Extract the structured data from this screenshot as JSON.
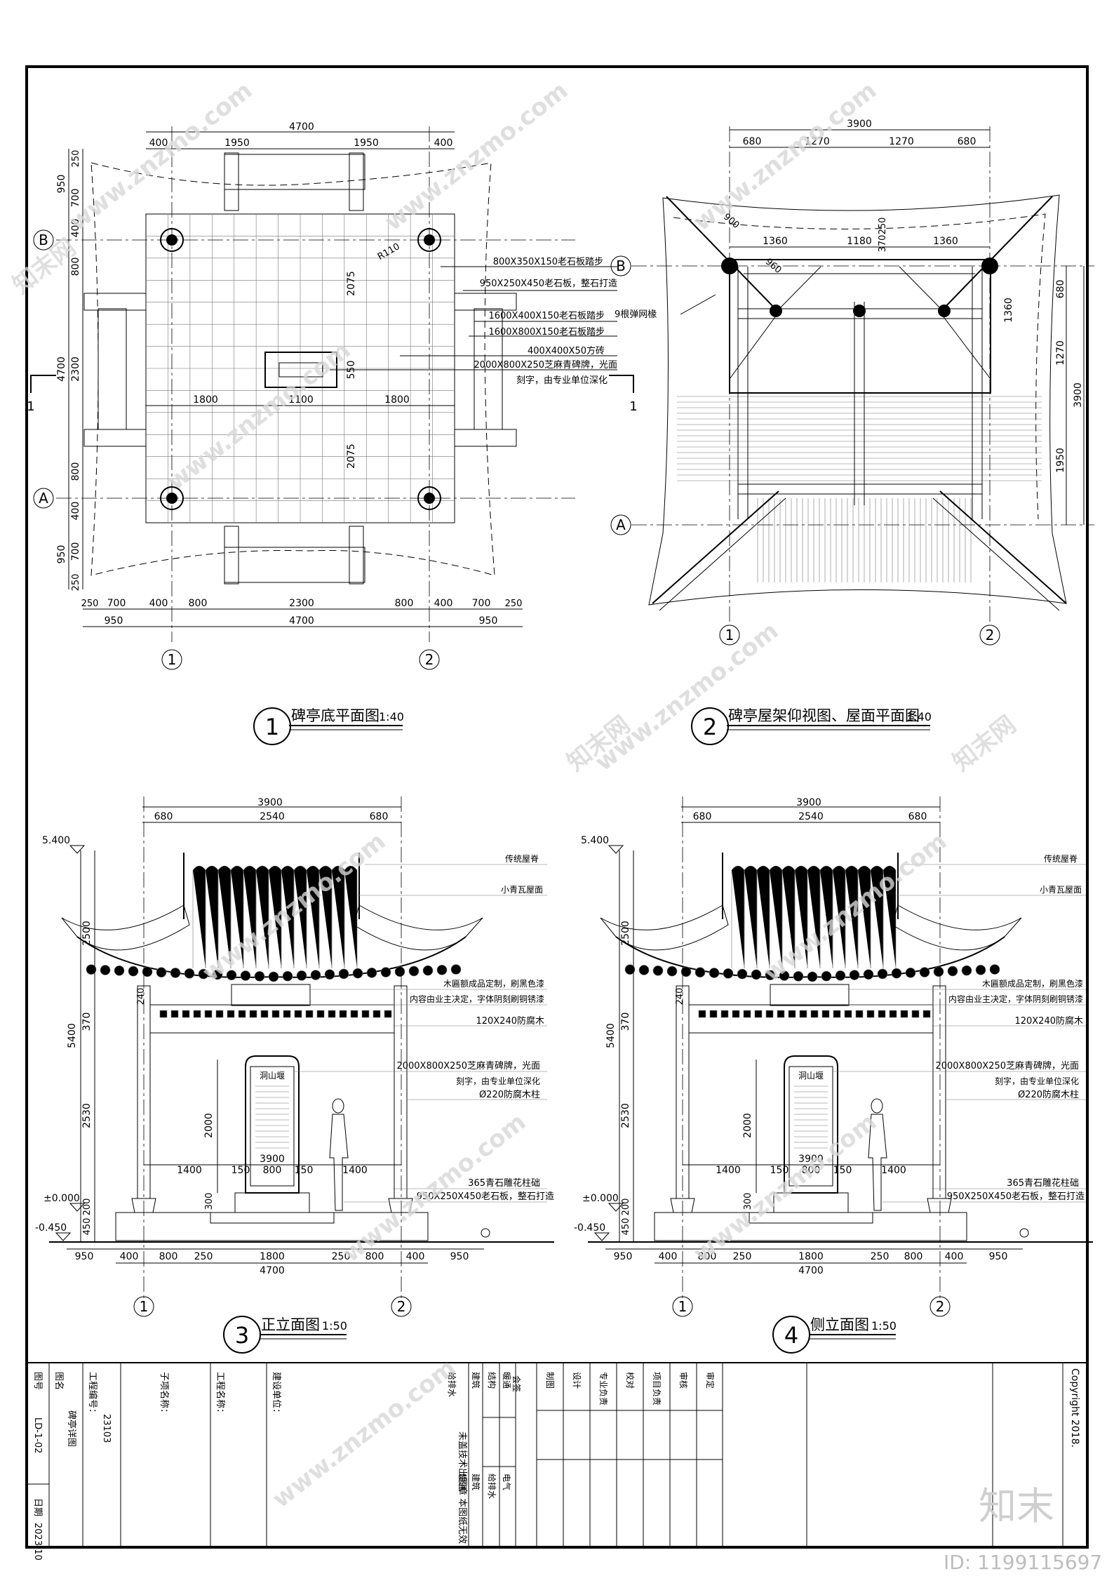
{
  "drawing_1": {
    "title": "碑亭底平面图",
    "scale": "1:40",
    "index": "1",
    "dims_top": [
      "4700",
      "400",
      "1950",
      "1950",
      "400"
    ],
    "dims_bottom": [
      "250",
      "700",
      "400",
      "800",
      "2300",
      "800",
      "400",
      "700",
      "250",
      "950",
      "4700",
      "950"
    ],
    "dims_left": [
      "250",
      "950",
      "700",
      "400",
      "800",
      "4700",
      "2300",
      "800",
      "400",
      "700",
      "950",
      "250"
    ],
    "dims_inner": [
      "2075",
      "550",
      "2075",
      "1800",
      "1100",
      "1800",
      "R110"
    ],
    "notes": [
      "800X350X150老石板踏步",
      "950X250X450老石板，整石打造",
      "1600X400X150老石板踏步",
      "1600X800X150老石板踏步",
      "400X400X50方砖",
      "2000X800X250芝麻青碑牌，光面",
      "刻字，由专业单位深化"
    ],
    "axis_labels": [
      "A",
      "B",
      "1",
      "2"
    ],
    "section_mark": "1"
  },
  "drawing_2": {
    "title": "碑亭屋架仰视图、屋面平面图",
    "scale": "1:40",
    "index": "2",
    "dims_top": [
      "3900",
      "680",
      "1270",
      "1270",
      "680"
    ],
    "dims_inner": [
      "1360",
      "1180",
      "1360",
      "900",
      "960",
      "370",
      "250",
      "1360"
    ],
    "dims_right": [
      "680",
      "1270",
      "3900",
      "1950"
    ],
    "notes": [
      "9根弹网椽"
    ],
    "axis_labels": [
      "A",
      "B",
      "1",
      "2"
    ],
    "section_mark": "1"
  },
  "drawing_3": {
    "title": "正立面图",
    "scale": "1:50",
    "index": "3",
    "stele_text": "洞山堰"
  },
  "drawing_4": {
    "title": "侧立面图",
    "scale": "1:50",
    "index": "4",
    "stele_text": "洞山堰"
  },
  "elevation": {
    "dims_top": [
      "3900",
      "680",
      "2540",
      "680"
    ],
    "levels": [
      "5.400",
      "±0.000",
      "-0.450"
    ],
    "dims_left": [
      "5400",
      "2500",
      "370",
      "240",
      "2530",
      "300",
      "200",
      "450"
    ],
    "stele_h": "2000",
    "dims_mid": [
      "1400",
      "150",
      "3900",
      "150",
      "1400",
      "800"
    ],
    "dims_bottom": [
      "950",
      "400",
      "800",
      "250",
      "1800",
      "250",
      "800",
      "400",
      "950",
      "4700"
    ],
    "notes": [
      "传统屋脊",
      "小青瓦屋面",
      "木匾额成品定制，刷黑色漆",
      "内容由业主决定，字体阴刻刷铜锈漆",
      "120X240防腐木",
      "2000X800X250芝麻青碑牌，光面",
      "刻字，由专业单位深化",
      "Ø220防腐木柱",
      "365青石雕花柱础",
      "950X250X450老石板，整石打造"
    ],
    "axis_labels": [
      "1",
      "2"
    ]
  },
  "title_block": {
    "drawing_no_label": "图号",
    "drawing_no": "LD-1-02",
    "drawing_name_label": "图名",
    "drawing_name": "碑亭详图",
    "date_label": "日期",
    "date": "2023.10",
    "project_no_label": "工程编号：",
    "project_no": "23103",
    "subitem_label": "子项名称：",
    "project_name_label": "工程名称：",
    "client_label": "建设单位：",
    "sign_header": "会签",
    "sign_left": [
      "建筑",
      "结构",
      "给排水",
      "暖通"
    ],
    "sign_right": [
      "建筑",
      "给排水",
      "电气",
      "暖通"
    ],
    "stamp_note": "未盖技术出图章  本图纸无效",
    "roles": [
      "制图",
      "设计",
      "专业负责",
      "校对",
      "项目负责",
      "审核",
      "审定"
    ],
    "copyright": "Copyright 2018."
  },
  "watermark": {
    "site": "www.znzmo.com",
    "brand": "知末网",
    "logo_text": "知末",
    "id": "ID: 1199115697"
  },
  "colors": {
    "ink": "#000000",
    "paper": "#ffffff",
    "watermark": "#d8d8d8"
  }
}
